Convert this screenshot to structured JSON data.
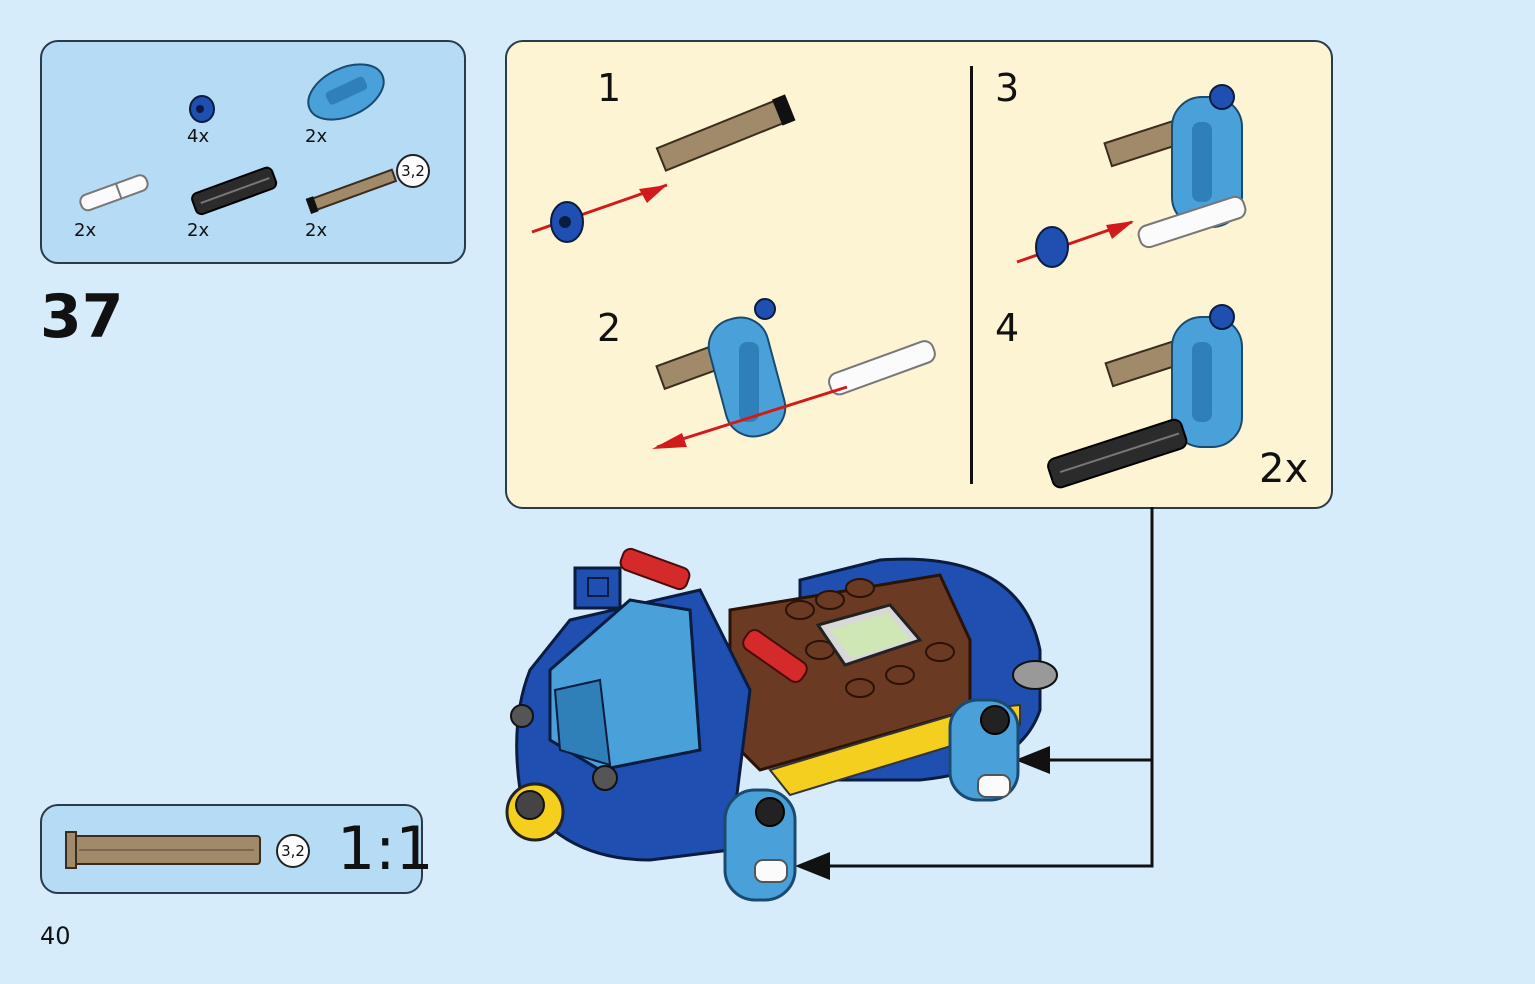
{
  "step_number": "37",
  "page_number": "40",
  "parts_list": [
    {
      "name": "dark-blue-bush",
      "qty": "4x"
    },
    {
      "name": "medium-azure-panel",
      "qty": "2x"
    },
    {
      "name": "white-pin",
      "qty": "2x"
    },
    {
      "name": "black-axle-connector",
      "qty": "2x"
    },
    {
      "name": "tan-axle",
      "qty": "2x",
      "length": "3,2"
    }
  ],
  "substeps": [
    {
      "label": "1"
    },
    {
      "label": "2"
    },
    {
      "label": "3"
    },
    {
      "label": "4"
    }
  ],
  "build_multiplier": "2x",
  "scale_ref": {
    "length": "3,2",
    "ratio": "1:1"
  },
  "colors": {
    "page_bg": "#d7ecfb",
    "parts_bg": "#b6dbf5",
    "sub_bg": "#fdf4d4",
    "arrow": "#d11b1b",
    "dark_blue": "#1f4fb0",
    "azure": "#4aa0d8",
    "tan": "#a08a6a",
    "brown": "#6b3a22",
    "red": "#d42a2a"
  }
}
